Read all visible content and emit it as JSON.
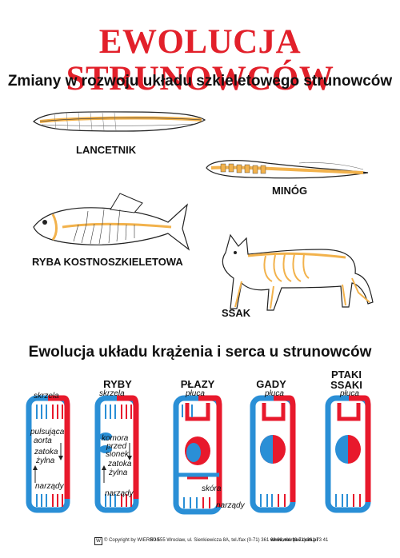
{
  "title": "EWOLUCJA STRUNOWCÓW",
  "section1": {
    "heading": "Zmiany w rozwoju układu szkieletowego strunowców",
    "animals": {
      "lancetnik": "LANCETNIK",
      "minog": "MINÓG",
      "ryba": "RYBA KOSTNOSZKIELETOWA",
      "ssak": "SSAK"
    }
  },
  "section2": {
    "heading": "Ewolucja układu krążenia i serca u strunowców",
    "columns": {
      "ryby": "RYBY",
      "plazy": "PŁAZY",
      "gady": "GADY",
      "ptaki": "PTAKI",
      "ssaki": "SSAKI"
    },
    "labels": {
      "skrzela1": "skrzela",
      "pulsujaca": "pulsująca",
      "aorta": "aorta",
      "zatoka1": "zatoka",
      "zylna1": "żylna",
      "narzady1": "narządy",
      "skrzela2": "skrzela",
      "komora": "komora",
      "przed": "przed",
      "sionek": "sionek",
      "zatoka2": "zatoka",
      "zylna2": "żylna",
      "narzady2": "narządy",
      "pluca_plazy": "płuca",
      "skora": "skóra",
      "narzady3": "narządy",
      "pluca_gady": "płuca",
      "pluca_ptaki": "płuca"
    }
  },
  "footer": {
    "copyright": "© Copyright by WIERBUS",
    "address": "50-555 Wrocław, ul. Sienkiewicza 8A, tel./fax (0-71) 361 68 68, tel. (0-71) 361 73 41",
    "web": "www.wierbus.com.pl"
  },
  "colors": {
    "title": "#e2202a",
    "artery": "#e8192c",
    "vein": "#2a8fd6",
    "bone": "#f2b24c"
  }
}
